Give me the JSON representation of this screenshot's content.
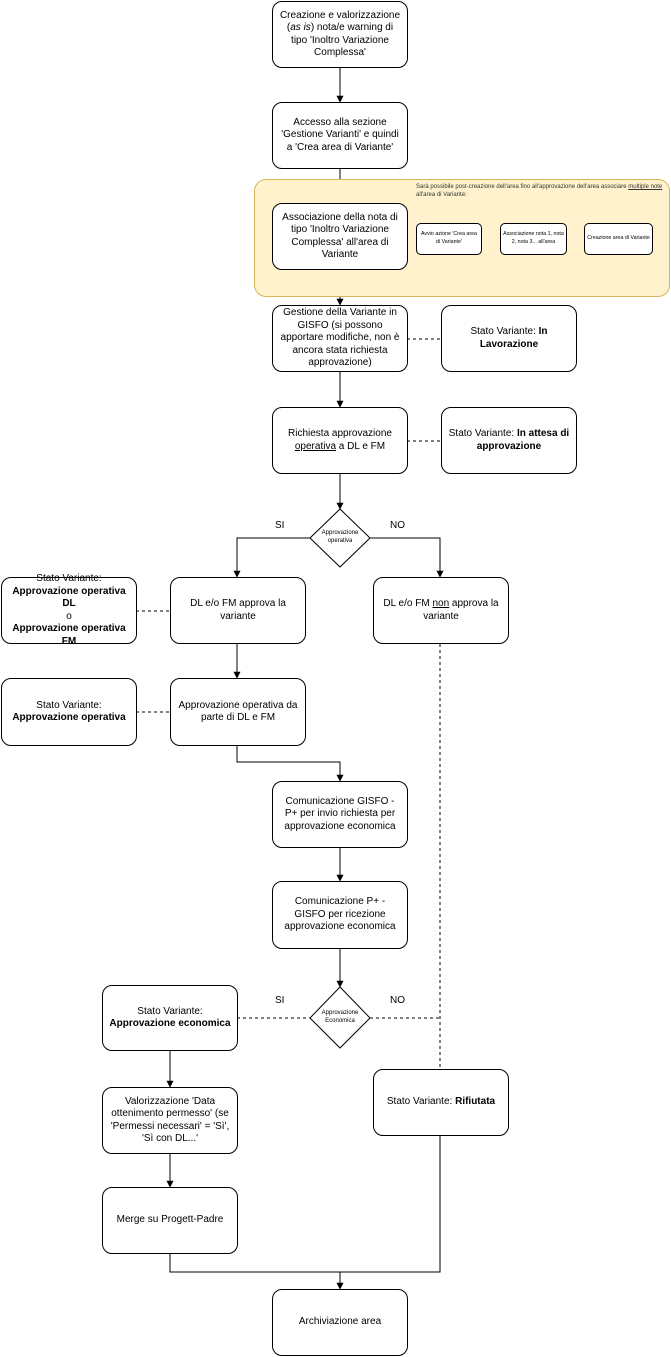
{
  "nodes": {
    "creazione": {
      "pre": "Creazione e valorizzazione (",
      "em": "as is",
      "post": ") nota/e warning di tipo 'Inoltro Variazione Complessa'"
    },
    "accesso": "Accesso alla sezione 'Gestione Varianti' e quindi a 'Crea area di Variante'",
    "associazione": "Associazione della nota di tipo 'Inoltro Variazione Complessa' all'area di Variante",
    "band_note": {
      "pre": "Sarà possibile post-creazione dell'area fino all'approvazione dell'area associare ",
      "u": "multiple note",
      "post": " all'area di Variante:"
    },
    "avvio_azione": "Avvio azione 'Crea area di Variante'",
    "associazione_note": "Associazione nota 1, nota 2, nota 3... all'area",
    "creazione_area": "Creazione area di Variante",
    "gestione": "Gestione della Variante in GISFO (si possono apportare modifiche, non è ancora stata richiesta approvazione)",
    "stato_lavorazione": {
      "prefix": "Stato Variante: ",
      "bold": "In Lavorazione"
    },
    "richiesta": {
      "pre": "Richiesta approvazione ",
      "u": "operativa",
      "post": " a DL e FM"
    },
    "stato_attesa": {
      "prefix": "Stato Variante: ",
      "bold": "In attesa di approvazione"
    },
    "decision_operativa": "Approvazione operativa",
    "si1": "SI",
    "no1": "NO",
    "approva": "DL e/o FM approva la variante",
    "non_approva": {
      "pre": "DL e/o FM ",
      "u": "non",
      "post": " approva la variante"
    },
    "stato_dl_fm": {
      "prefix": "Stato Variante:",
      "bold1": "Approvazione operativa DL",
      "mid": "o",
      "bold2": "Approvazione operativa FM"
    },
    "approvazione_operativa": "Approvazione operativa da parte di DL e FM",
    "stato_operativa": {
      "prefix": "Stato Variante:",
      "bold": "Approvazione operativa"
    },
    "comunicazione1": "Comunicazione GISFO - P+ per invio richiesta per approvazione economica",
    "comunicazione2": "Comunicazione P+ - GISFO per ricezione approvazione economica",
    "decision_economica": "Approvazione Economica",
    "si2": "SI",
    "no2": "NO",
    "stato_economica": {
      "prefix": "Stato Variante:",
      "bold": "Approvazione economica"
    },
    "valorizzazione": "Valorizzazione 'Data ottenimento permesso' (se 'Permessi necessari' = 'Sì', 'Sì con DL...'",
    "stato_rifiutata": {
      "prefix": "Stato Variante: ",
      "bold": "Rifiutata"
    },
    "merge": "Merge su Progett-Padre",
    "archiviazione": "Archiviazione area"
  }
}
